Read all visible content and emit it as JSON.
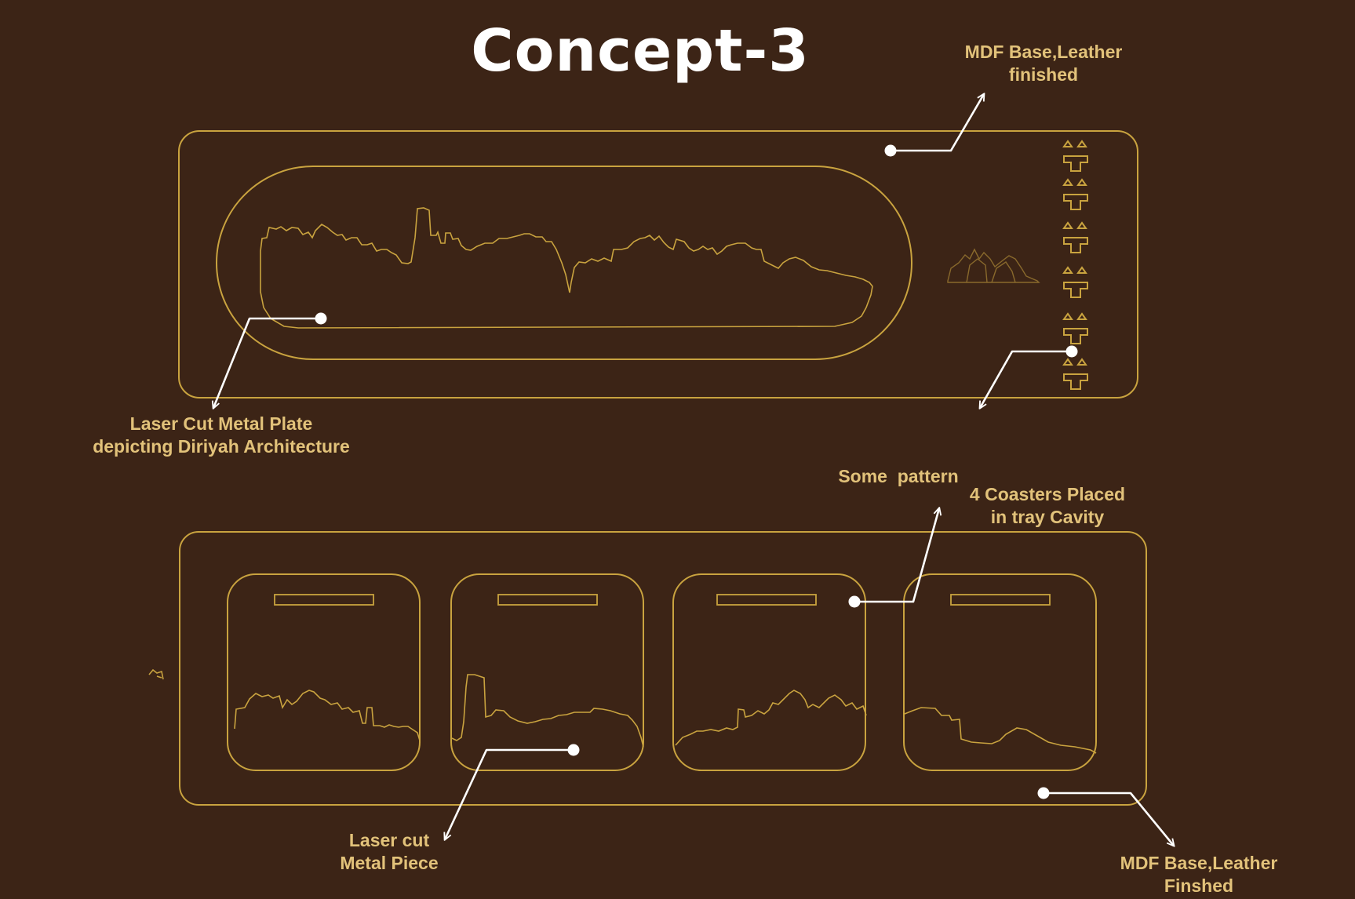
{
  "title": "Concept-3",
  "colors": {
    "background": "#3c2416",
    "outline": "#c9a33f",
    "label_text": "#e2c27a",
    "callout": "#ffffff",
    "title_text": "#ffffff"
  },
  "callouts": {
    "top_base": {
      "line1": "MDF Base,Leather",
      "line2": "finished"
    },
    "metal_plate": {
      "line1": "Laser Cut Metal Plate",
      "line2": "depicting Diriyah Architecture"
    },
    "pattern": {
      "line1": "Some  pattern"
    },
    "coasters": {
      "line1": "4 Coasters Placed",
      "line2": "in tray Cavity"
    },
    "metal_piece": {
      "line1": "Laser cut",
      "line2": "Metal Piece"
    },
    "bottom_base": {
      "line1": "MDF Base,Leather",
      "line2": "Finshed"
    }
  },
  "icons": {
    "pattern": "triangle-and-t-motif",
    "logo": "diriyah-skyline-icon",
    "silhouette": "architecture-skyline-outline"
  }
}
